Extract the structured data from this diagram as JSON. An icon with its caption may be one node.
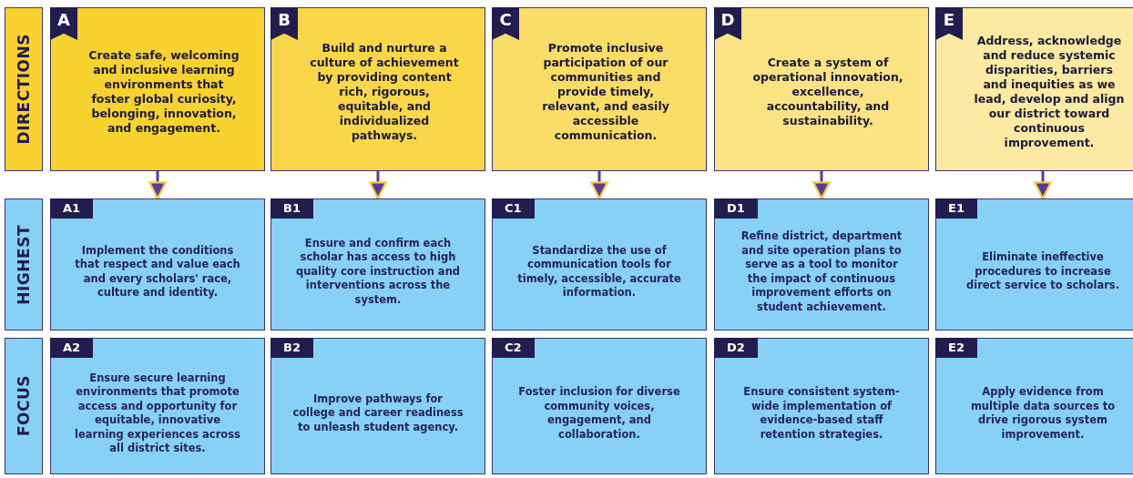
{
  "diagram": {
    "nodes": [
      {
        "text": [
          "DIRECTIONS"
        ]
      },
      {
        "text": [
          "A",
          "Create safe, welcoming and inclusive learning environments that foster global curiosity, belonging, innovation, and engagement."
        ]
      },
      {
        "text": [
          "B",
          "Build and nurture a culture of achievement by providing content rich, rigorous, equitable, and individualized pathways."
        ]
      },
      {
        "text": [
          "C",
          "Promote inclusive participation of our communities and provide timely, relevant, and easily accessible communication."
        ]
      },
      {
        "text": [
          "D",
          "Create a system of operational innovation, excellence, accountability, and sustainability."
        ]
      },
      {
        "text": [
          "E",
          "Address, acknowledge and reduce systemic disparities, barriers and inequities as we lead, develop and align our district toward continuous improvement."
        ]
      },
      {
        "text": [
          "HIGHEST"
        ]
      },
      {
        "text": [
          "A1",
          "Implement the conditions that respect and value each and every scholars' race, culture and identity."
        ]
      },
      {
        "text": [
          "B1",
          "Ensure and confirm each scholar has access to high quality core instruction and interventions across the system."
        ]
      },
      {
        "text": [
          "C1",
          "Standardize the use of communication tools for timely, accessible, accurate information."
        ]
      },
      {
        "text": [
          "D1",
          "Refine district, department and site operation plans to serve as a tool to monitor the impact of continuous improvement efforts on student achievement."
        ]
      },
      {
        "text": [
          "E1",
          "Eliminate ineffective procedures to increase direct service to scholars."
        ]
      },
      {
        "text": [
          "FOCUS"
        ]
      },
      {
        "text": [
          "A2",
          "Ensure secure learning environments that promote access and opportunity for equitable, innovative learning experiences across all district sites."
        ]
      },
      {
        "text": [
          "B2",
          "Improve pathways for college and career readiness to unleash student agency."
        ]
      },
      {
        "text": [
          "C2",
          "Foster inclusion for diverse community voices, engagement, and collaboration."
        ]
      },
      {
        "text": [
          "D2",
          "Ensure consistent system-wide implementation of evidence-based staff retention strategies."
        ]
      },
      {
        "text": [
          "E2",
          "Apply evidence from multiple data sources to drive rigorous system improvement."
        ]
      }
    ],
    "edges": [
      {
        "from": 1,
        "to": 7,
        "arrow": "to"
      },
      {
        "from": 2,
        "to": 8,
        "arrow": "to"
      },
      {
        "from": 3,
        "to": 9,
        "arrow": "to"
      },
      {
        "from": 4,
        "to": 10,
        "arrow": "to"
      },
      {
        "from": 5,
        "to": 11,
        "arrow": "to"
      }
    ]
  }
}
